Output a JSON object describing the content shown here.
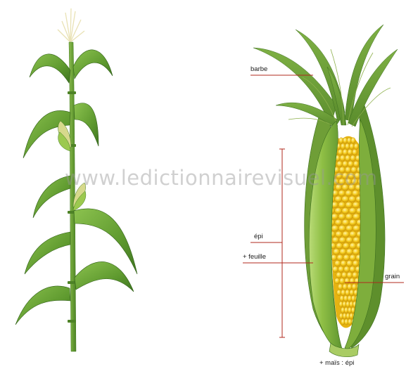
{
  "labels": {
    "barbe": "barbe",
    "epi": "épi",
    "feuille": "+ feuille",
    "grain": "grain",
    "caption": "+ maïs : épi"
  },
  "watermark": "www.ledictionnairevisuel.com",
  "colors": {
    "leaf": "#6fa83a",
    "leaf_dark": "#3f7a1f",
    "husk": "#9cc94f",
    "kernel": "#f4cb1c",
    "kernel_dark": "#d9a80c",
    "leader": "#b0281e",
    "tassel": "#f1ecc8"
  }
}
